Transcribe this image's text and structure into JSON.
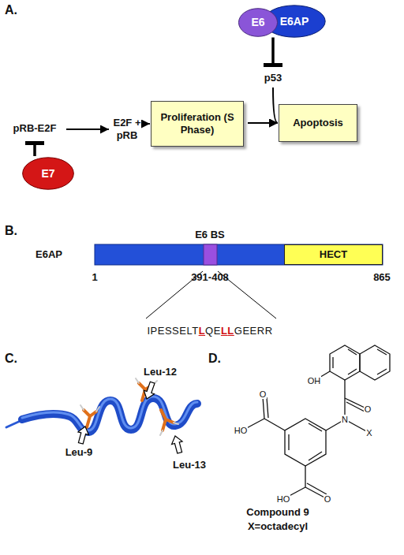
{
  "diagram": {
    "nodes": [
      {
        "text": [
          "E6"
        ]
      },
      {
        "text": [
          "E6AP"
        ]
      },
      {
        "text": [
          "p53"
        ]
      },
      {
        "text": [
          "pRB-E2F"
        ]
      },
      {
        "text": [
          "E7"
        ]
      },
      {
        "text": [
          "E2F + pRB"
        ]
      },
      {
        "text": [
          "Proliferation (S Phase)"
        ]
      },
      {
        "text": [
          "Apoptosis"
        ]
      },
      {
        "text": [
          "HECT"
        ]
      }
    ],
    "edges": [
      {
        "from": 0,
        "to": 2,
        "arrow": "to"
      },
      {
        "from": 4,
        "to": 3,
        "arrow": "to"
      },
      {
        "from": 3,
        "to": 5,
        "arrow": "to"
      },
      {
        "from": 5,
        "to": 6,
        "arrow": "to"
      },
      {
        "from": 6,
        "to": 7,
        "arrow": "to"
      },
      {
        "from": 2,
        "to": 7,
        "arrow": "to"
      }
    ],
    "labels": [
      "A.",
      "B.",
      "E6 BS",
      "E6AP",
      "1",
      "391-408",
      "865",
      "IPESSELTLQELLGEERR",
      "C.",
      "Leu-12",
      "Leu-9",
      "Leu-13",
      "D.",
      "OH",
      "O",
      "N",
      "X",
      "O",
      "HO",
      "O",
      "HO",
      "Compound 9",
      "X=octadecyl"
    ]
  }
}
